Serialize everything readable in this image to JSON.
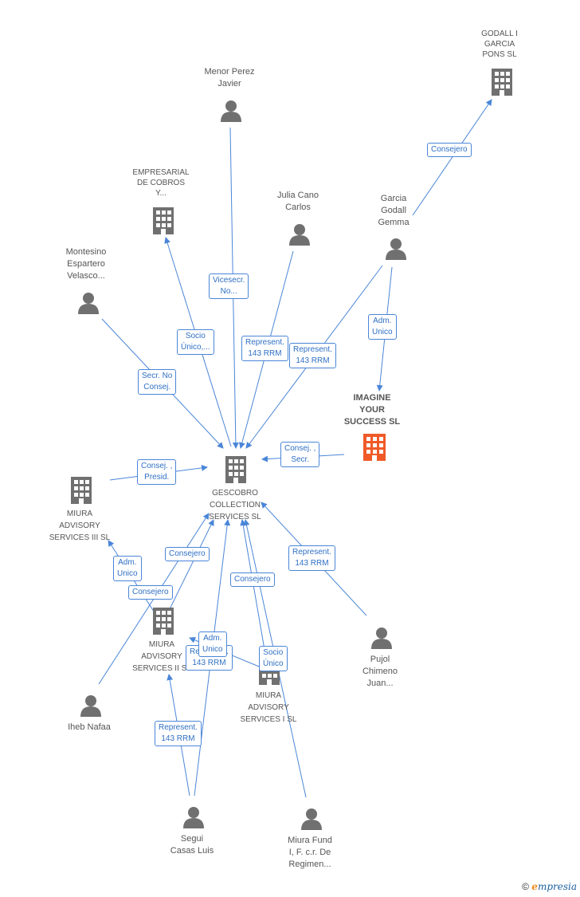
{
  "nodes": {
    "godall_pons": [
      "GODALL I",
      "GARCIA",
      "PONS SL"
    ],
    "menor_perez": [
      "Menor Perez",
      "Javier"
    ],
    "empresarial": [
      "EMPRESARIAL",
      "DE COBROS",
      "Y..."
    ],
    "julia_cano": [
      "Julia Cano",
      "Carlos"
    ],
    "garcia_godall": [
      "Garcia",
      "Godall",
      "Gemma"
    ],
    "montesino": [
      "Montesino",
      "Espartero",
      "Velasco..."
    ],
    "imagine": [
      "IMAGINE",
      "YOUR",
      "SUCCESS SL"
    ],
    "gescobro": [
      "GESCOBRO",
      "COLLECTION",
      "SERVICES  SL"
    ],
    "miura_iii": [
      "MIURA",
      "ADVISORY",
      "SERVICES III SL"
    ],
    "miura_ii": [
      "MIURA",
      "ADVISORY",
      "SERVICES II SL"
    ],
    "miura_i": [
      "MIURA",
      "ADVISORY",
      "SERVICES I SL"
    ],
    "pujol": [
      "Pujol",
      "Chimeno",
      "Juan..."
    ],
    "iheb": [
      "Iheb Nafaa"
    ],
    "segui": [
      "Segui",
      "Casas Luis"
    ],
    "miura_fund": [
      "Miura Fund",
      "I,  F. c.r. De",
      "Regimen..."
    ]
  },
  "edges": {
    "consejero_godall": [
      "Consejero"
    ],
    "vicesecr": [
      "Vicesecr.",
      "No..."
    ],
    "socio_unico_emp": [
      "Socio",
      "Único,..."
    ],
    "represent_julia": [
      "Represent.",
      "143 RRM"
    ],
    "represent_garcia": [
      "Represent.",
      "143 RRM"
    ],
    "adm_unico_imagine": [
      "Adm.",
      "Unico"
    ],
    "secr_no_consej": [
      "Secr.  No",
      "Consej."
    ],
    "consej_secr": [
      "Consej. ,",
      "Secr."
    ],
    "consej_presid": [
      "Consej. ,",
      "Presid."
    ],
    "consejero_iheb": [
      "Consejero"
    ],
    "adm_unico_iii": [
      "Adm.",
      "Unico"
    ],
    "consejero_iii": [
      "Consejero"
    ],
    "consejero_i": [
      "Consejero"
    ],
    "represent_pujol": [
      "Represent.",
      "143 RRM"
    ],
    "represent_segui_ii": [
      "Represent.",
      "143 RRM"
    ],
    "adm_unico_ii": [
      "Adm.",
      "Unico"
    ],
    "socio_unico_fund": [
      "Socio",
      "Único"
    ],
    "represent_segui": [
      "Represent.",
      "143 RRM"
    ]
  },
  "footer": {
    "copyright": "©",
    "brand_e": "e",
    "brand_rest": "mpresia"
  },
  "colors": {
    "edge": "#4a86d8",
    "node": "#707070",
    "focus": "#f05a28"
  }
}
